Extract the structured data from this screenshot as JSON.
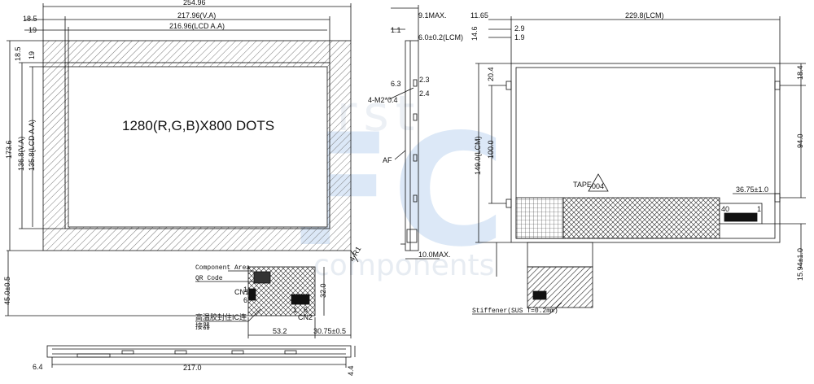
{
  "front_view": {
    "overall_width": "254.96",
    "va_width": "217.96(V.A)",
    "aa_width": "216.96(LCD A.A)",
    "offset_a": "18.5",
    "offset_b": "19",
    "left_offset_a": "18.5",
    "left_offset_b": "19",
    "overall_height": "173.6",
    "va_height": "136.8(V.A)",
    "aa_height": "135.8(LCD A.A)",
    "resolution": "1280(R,G,B)X800  DOTS",
    "corner_radius": "4-R1",
    "fpc_total": "45.0±0.5",
    "fpc_height": "32.0",
    "fpc_pos": "53.2",
    "fpc_width": "30.75±0.5",
    "component_area": "Component Area",
    "qr_code": "QR Code",
    "cn1": "CN1",
    "cn1_pin1": "1",
    "cn1_pin6": "6",
    "cn2": "CN2",
    "cn2_pin1": "1",
    "cn2_pin6": "6",
    "ic_note_line1": "高温胶封住IC连",
    "ic_note_line2": "接器"
  },
  "bottom_view": {
    "left": "6.4",
    "width": "217.0",
    "thickness": "4.4"
  },
  "side_view": {
    "max_thickness": "9.1MAX.",
    "t1": "1.1",
    "lcm_thickness": "6.0±0.2(LCM)",
    "d1": "6.3",
    "d2": "2.3",
    "d3": "2.4",
    "screw": "4-M2*0.4",
    "af": "AF",
    "fpc_max": "10.0MAX."
  },
  "rear_view": {
    "left": "11.65",
    "lcm_width": "229.8(LCM)",
    "top": "14.6",
    "r1": "2.9",
    "r2": "1.9",
    "d20": "20.4",
    "height": "149.0(LCM)",
    "h100": "100.0",
    "right_top": "18.4",
    "h94": "94.0",
    "tape": "TAPE",
    "badge": "004",
    "conn_dist": "36.75±1.0",
    "pin40": "40",
    "pin1": "1",
    "bottom": "15.94±1.0",
    "stiffener": "Stiffener(SUS T=0.2mm)"
  },
  "watermark": {
    "first": "first",
    "fc": "FC",
    "components": "components",
    "color": "#3f86cf"
  }
}
